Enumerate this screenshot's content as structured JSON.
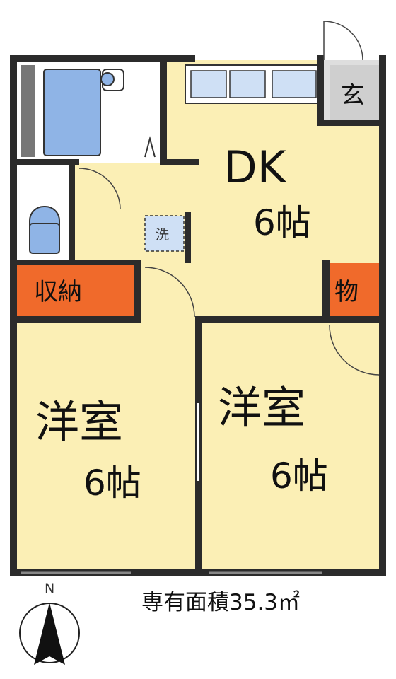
{
  "rooms": {
    "dk": {
      "name": "DK",
      "size": "6帖"
    },
    "western_left": {
      "name": "洋室",
      "size": "6帖"
    },
    "western_right": {
      "name": "洋室",
      "size": "6帖"
    },
    "storage_left": "収納",
    "storage_right": "物",
    "entrance": "玄",
    "washer": "洗"
  },
  "area_text": "専有面積35.3㎡",
  "compass": {
    "label": "N"
  },
  "colors": {
    "floor": "#fbefb5",
    "storage": "#f06a2b",
    "wall": "#2b2b2b",
    "fixture": "#7fa9e0",
    "entrance": "#d9d9d9"
  }
}
